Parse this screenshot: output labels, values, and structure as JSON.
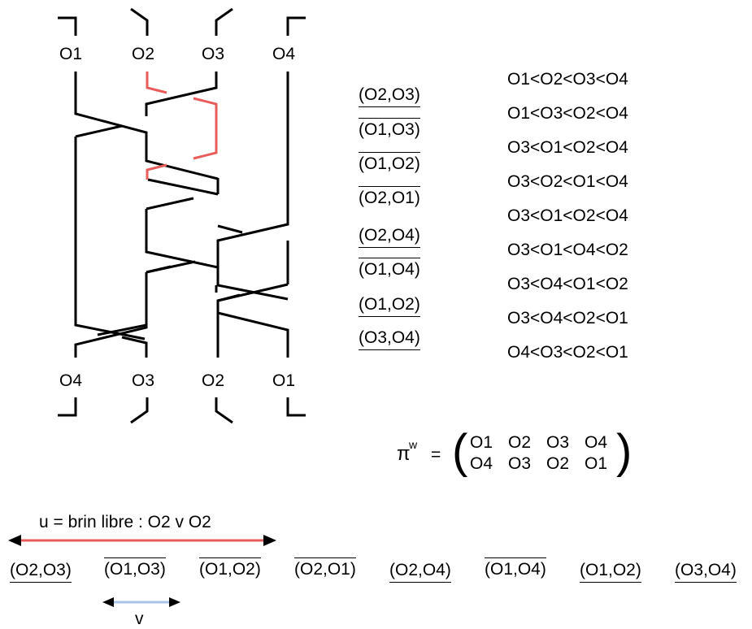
{
  "braid": {
    "top_labels": [
      "O1",
      "O2",
      "O3",
      "O4"
    ],
    "bottom_labels": [
      "O4",
      "O3",
      "O2",
      "O1"
    ],
    "highlight_color": "#e85c5c"
  },
  "generators": [
    {
      "text": "(O2,O3)",
      "bar": "under"
    },
    {
      "text": "(O1,O3)",
      "bar": "over"
    },
    {
      "text": "(O1,O2)",
      "bar": "over"
    },
    {
      "text": "(O2,O1)",
      "bar": "over"
    },
    {
      "text": "(O2,O4)",
      "bar": "under"
    },
    {
      "text": "(O1,O4)",
      "bar": "over"
    },
    {
      "text": "(O1,O2)",
      "bar": "under"
    },
    {
      "text": "(O3,O4)",
      "bar": "under"
    }
  ],
  "orders": [
    "O1<O2<O3<O4",
    "O1<O3<O2<O4",
    "O3<O1<O2<O4",
    "O3<O2<O1<O4",
    "O3<O1<O2<O4",
    "O3<O1<O4<O2",
    "O3<O4<O1<O2",
    "O3<O4<O2<O1",
    "O4<O3<O2<O1"
  ],
  "permutation": {
    "symbol": "π",
    "superscript": "w",
    "equals": "=",
    "top_row": [
      "O1",
      "O2",
      "O3",
      "O4"
    ],
    "bottom_row": [
      "O4",
      "O3",
      "O2",
      "O1"
    ]
  },
  "word": {
    "u_label": "u = brin libre : O2 v O2",
    "v_label": "v",
    "u_color": "#e85c5c",
    "v_color": "#a9c4e6",
    "items": [
      {
        "text": "(O2,O3)",
        "bar": "under"
      },
      {
        "text": "(O1,O3)",
        "bar": "over"
      },
      {
        "text": "(O1,O2)",
        "bar": "over"
      },
      {
        "text": "(O2,O1)",
        "bar": "over"
      },
      {
        "text": "(O2,O4)",
        "bar": "under"
      },
      {
        "text": "(O1,O4)",
        "bar": "over"
      },
      {
        "text": "(O1,O2)",
        "bar": "under"
      },
      {
        "text": "(O3,O4)",
        "bar": "under"
      }
    ]
  }
}
